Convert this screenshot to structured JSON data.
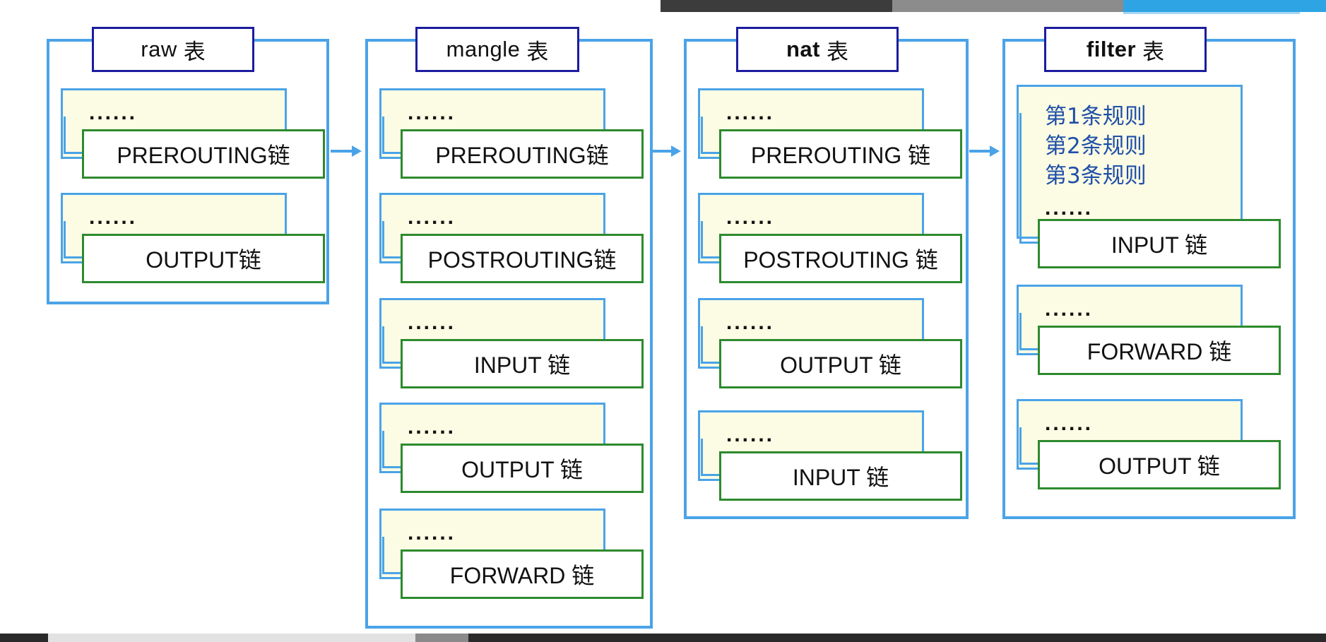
{
  "colors": {
    "table_border": "#4aa3e8",
    "title_border": "#1c1c9e",
    "chain_border": "#2d8a2d",
    "rules_fill": "#fcfce4",
    "rule_text": "#1f4fa8",
    "arrow": "#4aa3e8"
  },
  "tables": [
    {
      "name": "raw",
      "suffix": "表",
      "bold": false,
      "chains": [
        {
          "dots": "......",
          "label": "PREROUTING链"
        },
        {
          "dots": "......",
          "label": "OUTPUT链"
        }
      ]
    },
    {
      "name": "mangle",
      "suffix": "表",
      "bold": false,
      "chains": [
        {
          "dots": "......",
          "label": "PREROUTING链"
        },
        {
          "dots": "......",
          "label": "POSTROUTING链"
        },
        {
          "dots": "......",
          "label": "INPUT 链"
        },
        {
          "dots": "......",
          "label": "OUTPUT 链"
        },
        {
          "dots": "......",
          "label": "FORWARD 链"
        }
      ]
    },
    {
      "name": "nat",
      "suffix": "表",
      "bold": true,
      "chains": [
        {
          "dots": "......",
          "label": "PREROUTING 链"
        },
        {
          "dots": "......",
          "label": "POSTROUTING 链"
        },
        {
          "dots": "......",
          "label": "OUTPUT 链"
        },
        {
          "dots": "......",
          "label": "INPUT 链"
        }
      ]
    },
    {
      "name": "filter",
      "suffix": "表",
      "bold": true,
      "chains": [
        {
          "rules": [
            "第1条规则",
            "第2条规则",
            "第3条规则"
          ],
          "dots": "......",
          "label": "INPUT 链"
        },
        {
          "dots": "......",
          "label": "FORWARD 链"
        },
        {
          "dots": "......",
          "label": "OUTPUT 链"
        }
      ]
    }
  ]
}
